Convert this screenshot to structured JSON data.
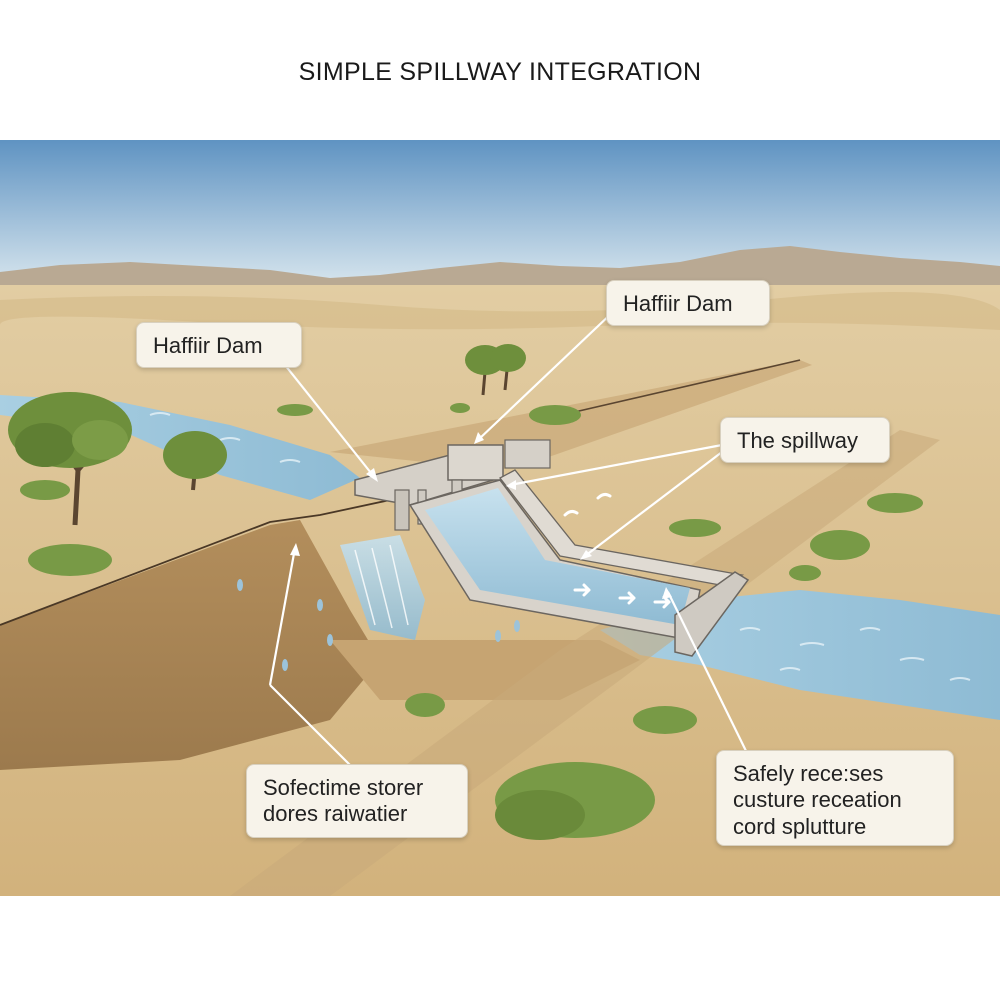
{
  "title": "SIMPLE SPILLWAY INTEGRATION",
  "colors": {
    "sky_top": "#5f93c2",
    "sky_bottom": "#dbe8ef",
    "sand": "#dcc190",
    "sand_dark": "#b08d5c",
    "water": "#9fc6dc",
    "concrete": "#cfcac2",
    "vegetation": "#6f8f3e"
  },
  "labels": {
    "dam_left": "Haffiir Dam",
    "dam_right": "Haffiir Dam",
    "spillway": "The spillway",
    "storage": {
      "line1": "Sofectime storer",
      "line2": "dores raiwatier"
    },
    "release": {
      "line1": "Safely rece:ses",
      "line2": "custure receation",
      "line3": "cord splutture"
    }
  }
}
